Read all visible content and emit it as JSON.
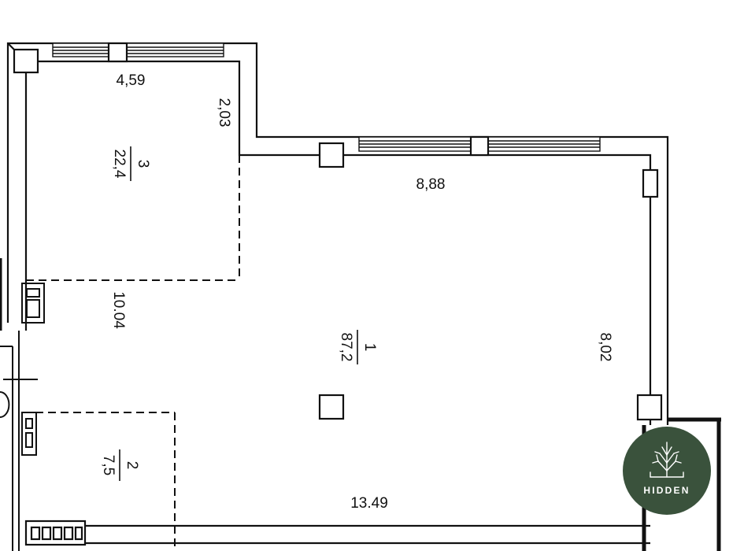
{
  "floor_plan": {
    "dimensions": {
      "top_left_width": "4,59",
      "short_wall": "2,03",
      "top_right_width": "8,88",
      "right_height": "8,02",
      "left_height": "10.04",
      "bottom_width": "13.49"
    },
    "rooms": [
      {
        "number": "1",
        "area": "87,2"
      },
      {
        "number": "2",
        "area": "7,5"
      },
      {
        "number": "3",
        "area": "22,4"
      }
    ]
  },
  "logo": {
    "text": "HIDDEN",
    "icon": "tree-icon",
    "color": "#3a523c"
  }
}
